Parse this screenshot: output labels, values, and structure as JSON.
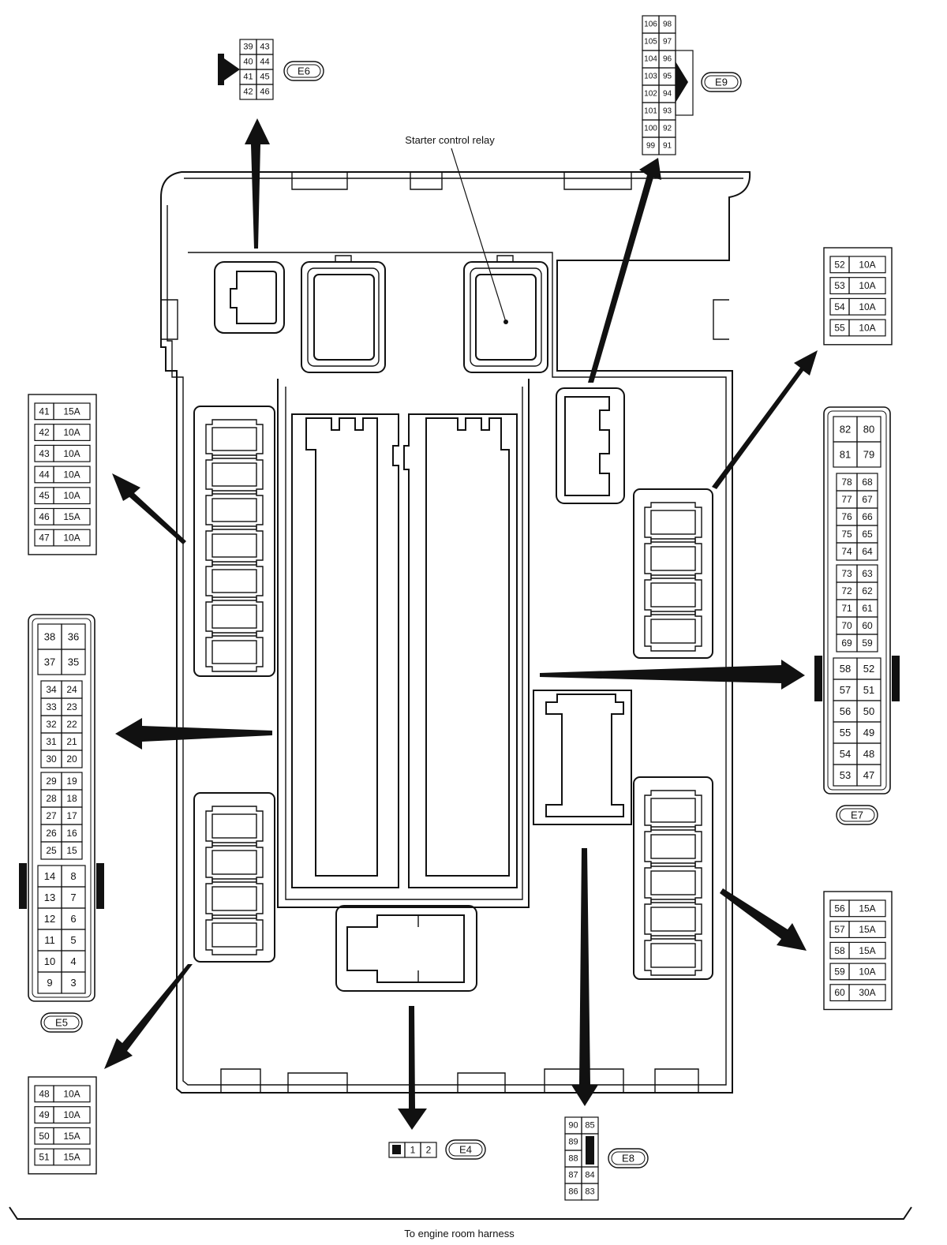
{
  "labels": {
    "starter_relay": "Starter control relay",
    "harness": "To engine room harness"
  },
  "connectors": {
    "E4": {
      "id": "E4",
      "pins": [
        "1",
        "2"
      ]
    },
    "E5": {
      "id": "E5",
      "top_rows": [
        [
          "38",
          "36"
        ],
        [
          "37",
          "35"
        ]
      ],
      "mid_rows": [
        [
          "34",
          "24"
        ],
        [
          "33",
          "23"
        ],
        [
          "32",
          "22"
        ],
        [
          "31",
          "21"
        ],
        [
          "30",
          "20"
        ]
      ],
      "low_rows": [
        [
          "29",
          "19"
        ],
        [
          "28",
          "18"
        ],
        [
          "27",
          "17"
        ],
        [
          "26",
          "16"
        ],
        [
          "25",
          "15"
        ]
      ],
      "bottom_rows": [
        [
          "14",
          "8"
        ],
        [
          "13",
          "7"
        ],
        [
          "12",
          "6"
        ],
        [
          "11",
          "5"
        ],
        [
          "10",
          "4"
        ],
        [
          "9",
          "3"
        ]
      ]
    },
    "E6": {
      "id": "E6",
      "rows": [
        [
          "39",
          "43"
        ],
        [
          "40",
          "44"
        ],
        [
          "41",
          "45"
        ],
        [
          "42",
          "46"
        ]
      ]
    },
    "E7": {
      "id": "E7",
      "top_rows": [
        [
          "82",
          "80"
        ],
        [
          "81",
          "79"
        ]
      ],
      "mid_rows": [
        [
          "78",
          "68"
        ],
        [
          "77",
          "67"
        ],
        [
          "76",
          "66"
        ],
        [
          "75",
          "65"
        ],
        [
          "74",
          "64"
        ]
      ],
      "low_rows": [
        [
          "73",
          "63"
        ],
        [
          "72",
          "62"
        ],
        [
          "71",
          "61"
        ],
        [
          "70",
          "60"
        ],
        [
          "69",
          "59"
        ]
      ],
      "bottom_rows": [
        [
          "58",
          "52"
        ],
        [
          "57",
          "51"
        ],
        [
          "56",
          "50"
        ],
        [
          "55",
          "49"
        ],
        [
          "54",
          "48"
        ],
        [
          "53",
          "47"
        ]
      ]
    },
    "E8": {
      "id": "E8",
      "left": [
        "90",
        "89",
        "88",
        "87",
        "86"
      ],
      "right": [
        "85",
        "84",
        "83"
      ]
    },
    "E9": {
      "id": "E9",
      "rows": [
        [
          "106",
          "98"
        ],
        [
          "105",
          "97"
        ],
        [
          "104",
          "96"
        ],
        [
          "103",
          "95"
        ],
        [
          "102",
          "94"
        ],
        [
          "101",
          "93"
        ],
        [
          "100",
          "92"
        ],
        [
          "99",
          "91"
        ]
      ]
    }
  },
  "fuse_tables": {
    "left_upper": [
      [
        "41",
        "15A"
      ],
      [
        "42",
        "10A"
      ],
      [
        "43",
        "10A"
      ],
      [
        "44",
        "10A"
      ],
      [
        "45",
        "10A"
      ],
      [
        "46",
        "15A"
      ],
      [
        "47",
        "10A"
      ]
    ],
    "left_lower": [
      [
        "48",
        "10A"
      ],
      [
        "49",
        "10A"
      ],
      [
        "50",
        "15A"
      ],
      [
        "51",
        "15A"
      ]
    ],
    "right_upper": [
      [
        "52",
        "10A"
      ],
      [
        "53",
        "10A"
      ],
      [
        "54",
        "10A"
      ],
      [
        "55",
        "10A"
      ]
    ],
    "right_lower": [
      [
        "56",
        "15A"
      ],
      [
        "57",
        "15A"
      ],
      [
        "58",
        "15A"
      ],
      [
        "59",
        "10A"
      ],
      [
        "60",
        "30A"
      ]
    ]
  }
}
